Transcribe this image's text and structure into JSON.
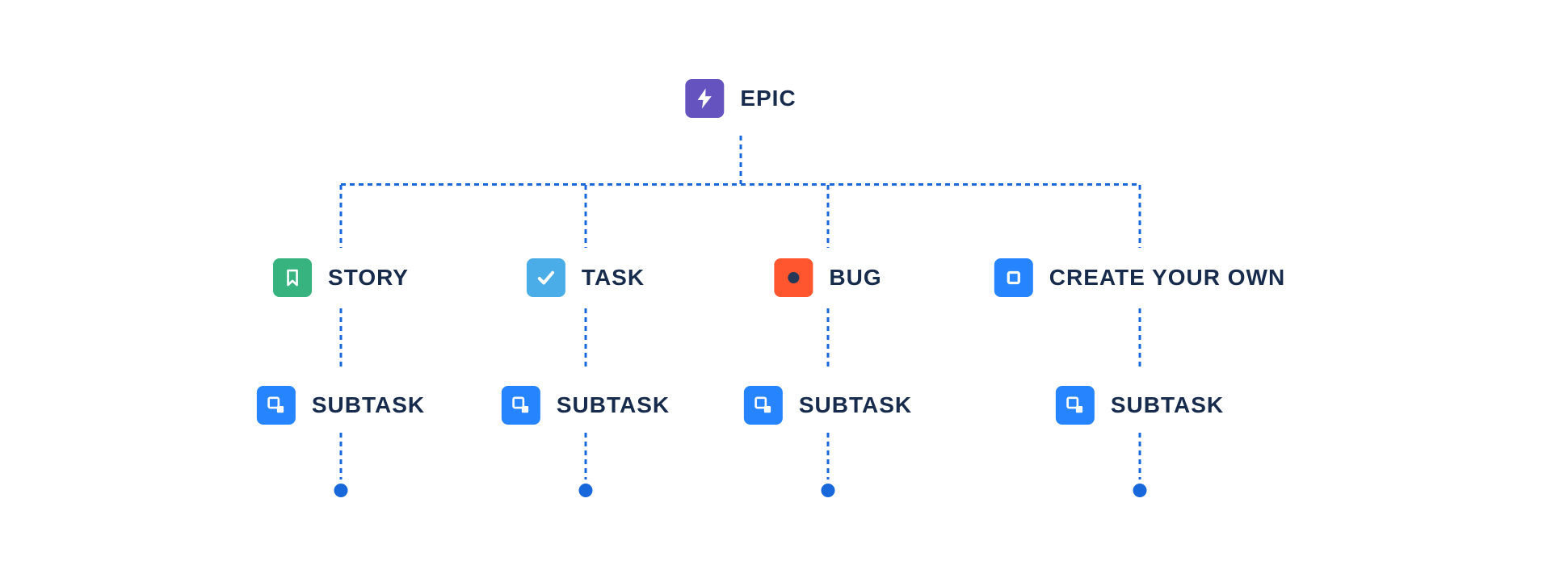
{
  "colors": {
    "background": "#FFFFFF",
    "line": "#1868DB",
    "dot": "#1868DB",
    "text": "#172B4D"
  },
  "root": {
    "label": "EPIC",
    "icon": "epic-lightning-icon",
    "icon_bg": "#6554C0",
    "glyph": "#FFFFFF"
  },
  "children": [
    {
      "label": "STORY",
      "icon": "story-bookmark-icon",
      "icon_bg": "#36B37E",
      "glyph": "#FFFFFF"
    },
    {
      "label": "TASK",
      "icon": "task-check-icon",
      "icon_bg": "#4BADE8",
      "glyph": "#FFFFFF"
    },
    {
      "label": "BUG",
      "icon": "bug-circle-icon",
      "icon_bg": "#FF5630",
      "glyph": "#253858"
    },
    {
      "label": "CREATE YOUR OWN",
      "icon": "create-your-own-square-icon",
      "icon_bg": "#2684FF",
      "glyph": "#FFFFFF"
    }
  ],
  "subtask": {
    "label": "SUBTASK",
    "icon": "subtask-icon",
    "icon_bg": "#2684FF",
    "glyph": "#FFFFFF"
  }
}
